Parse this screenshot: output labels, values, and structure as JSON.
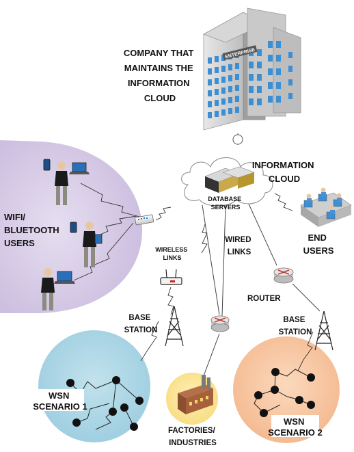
{
  "labels": {
    "company": [
      "COMPANY THAT",
      "MAINTAINS THE",
      "INFORMATION",
      "CLOUD"
    ],
    "building_sign": "ENTERPRISE",
    "information_cloud": [
      "INFORMATION",
      "CLOUD"
    ],
    "database_servers": [
      "DATABASE",
      "SERVERS"
    ],
    "wifi_users": [
      "WIFI/",
      "BLUETOOTH",
      "USERS"
    ],
    "end_users": [
      "END",
      "USERS"
    ],
    "wireless_links": [
      "WIRELESS",
      "LINKS"
    ],
    "wired_links": [
      "WIRED",
      "LINKS"
    ],
    "router": "ROUTER",
    "base_station_left": [
      "BASE",
      "STATION"
    ],
    "base_station_right": [
      "BASE",
      "STATION"
    ],
    "wsn_scenario_1": [
      "WSN",
      "SCENARIO 1"
    ],
    "wsn_scenario_2": [
      "WSN",
      "SCENARIO 2"
    ],
    "factories": [
      "FACTORIES/",
      "INDUSTRIES"
    ]
  },
  "colors": {
    "wifi_region": "#d9cfe6",
    "wsn1_region": "#abd6e4",
    "wsn2_region": "#f7c8a4",
    "factory_region": "#fce8a0",
    "building_glass": "#3d8fd4",
    "sensor_node": "#111111"
  },
  "icons": {
    "company": "office-building-icon",
    "cloud": "cloud-icon",
    "wifi_router": "wifi-router-icon",
    "access_point": "access-point-icon",
    "router": "router-icon",
    "tower": "cell-tower-icon",
    "factory": "factory-icon"
  }
}
